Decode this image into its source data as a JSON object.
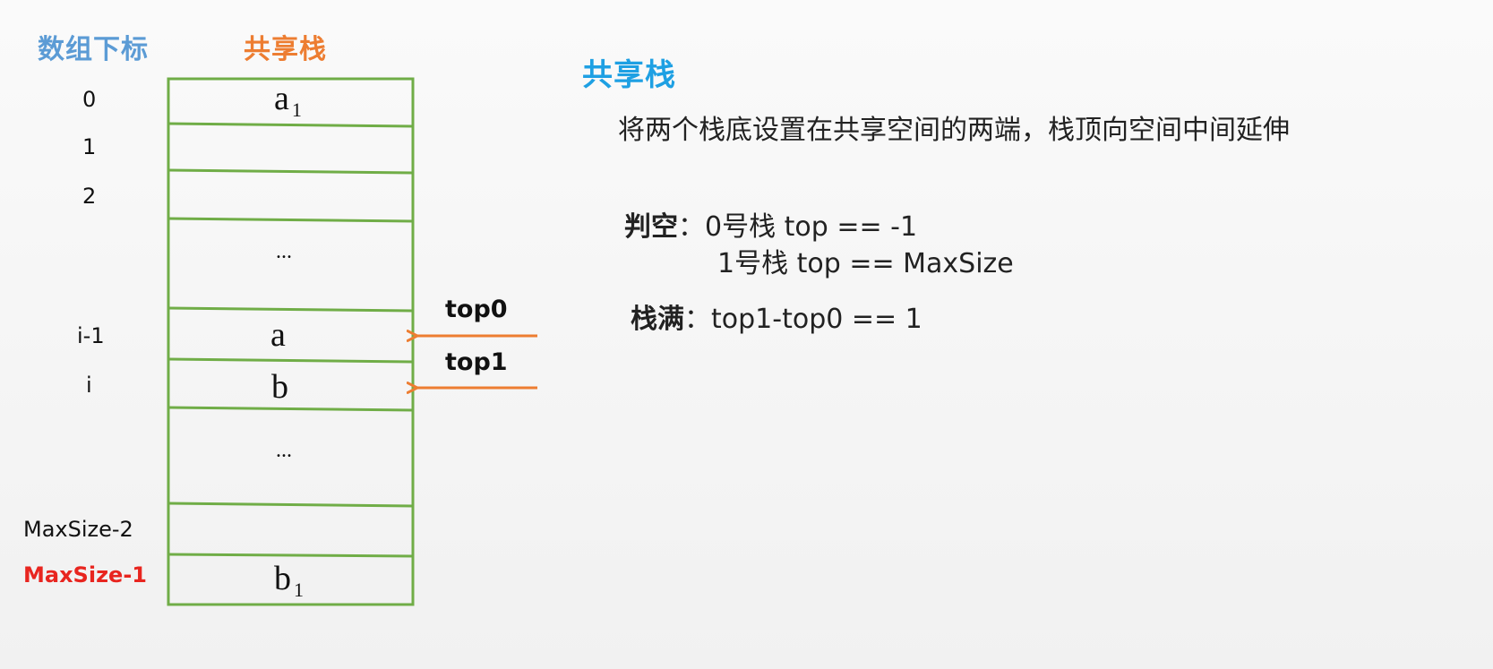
{
  "headers": {
    "index_column": "数组下标",
    "stack_column": "共享栈"
  },
  "index_labels": [
    "0",
    "1",
    "2",
    "i-1",
    "i",
    "MaxSize-2",
    "MaxSize-1"
  ],
  "cells": {
    "a1_main": "a",
    "a1_sub": "1",
    "dots_top": "...",
    "a": "a",
    "b": "b",
    "dots_bottom": "...",
    "b1_main": "b",
    "b1_sub": "1"
  },
  "pointers": {
    "top0": "top0",
    "top1": "top1"
  },
  "panel": {
    "title": "共享栈",
    "description": "将两个栈底设置在共享空间的两端，栈顶向空间中间延伸",
    "empty_label": "判空",
    "empty_colon": "：",
    "empty_cond0": "0号栈 top == -1",
    "empty_cond1": "1号栈 top == MaxSize",
    "full_label": "栈满",
    "full_colon": "：",
    "full_cond": "top1-top0 == 1"
  },
  "colors": {
    "index_header": "#5b9bd5",
    "stack_header": "#ed7d31",
    "panel_title": "#1ea0e3",
    "stack_border": "#70ad47",
    "arrow": "#ed7d31",
    "highlight_index": "#e8251f"
  }
}
